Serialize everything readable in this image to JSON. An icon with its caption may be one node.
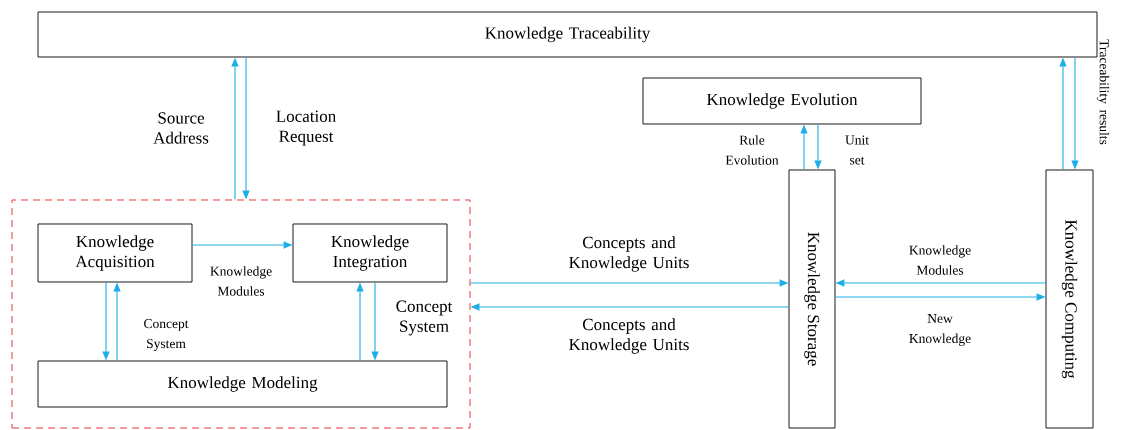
{
  "diagram": {
    "nodes": [
      {
        "text": [
          "Knowledge Traceability"
        ]
      },
      {
        "text": [],
        "shape": "box"
      },
      {
        "text": [
          "Knowledge Acquisition"
        ],
        "in": 1
      },
      {
        "text": [
          "Knowledge Integration"
        ],
        "in": 1
      },
      {
        "text": [
          "Knowledge Modeling"
        ],
        "in": 1
      },
      {
        "text": [
          "Knowledge Evolution"
        ]
      },
      {
        "text": [
          "Knowledge Storage"
        ]
      },
      {
        "text": [
          "Knowledge Computing"
        ]
      }
    ],
    "edges": [
      {
        "from": 1,
        "to": 0,
        "arrow": "to",
        "label": "Source Address"
      },
      {
        "from": 0,
        "to": 1,
        "arrow": "to",
        "label": "Location Request"
      },
      {
        "from": 2,
        "to": 3,
        "arrow": "to",
        "label": "Knowledge Modules"
      },
      {
        "from": 2,
        "to": 4,
        "arrow": "to"
      },
      {
        "from": 4,
        "to": 2,
        "arrow": "to",
        "label": "Concept System"
      },
      {
        "from": 4,
        "to": 3,
        "arrow": "to"
      },
      {
        "from": 3,
        "to": 4,
        "arrow": "to",
        "label": "Concept System"
      },
      {
        "from": 1,
        "to": 6,
        "arrow": "to",
        "label": "Concepts and Knowledge Units"
      },
      {
        "from": 6,
        "to": 1,
        "arrow": "to",
        "label": "Concepts and Knowledge Units"
      },
      {
        "from": 6,
        "to": 5,
        "arrow": "to",
        "label": "Rule Evolution"
      },
      {
        "from": 5,
        "to": 6,
        "arrow": "to",
        "label": "Unit set"
      },
      {
        "from": 7,
        "to": 6,
        "arrow": "to",
        "label": "Knowledge Modules"
      },
      {
        "from": 6,
        "to": 7,
        "arrow": "to",
        "label": "New Knowledge"
      },
      {
        "from": 7,
        "to": 0,
        "arrow": "to"
      },
      {
        "from": 0,
        "to": 7,
        "arrow": "to",
        "label": "Traceability results"
      }
    ]
  }
}
